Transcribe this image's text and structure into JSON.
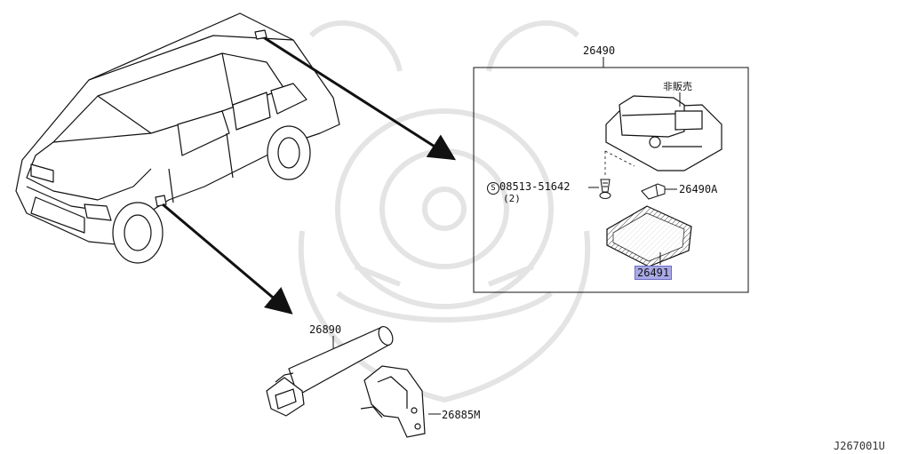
{
  "diagram": {
    "box_label": "26490",
    "not_for_sale_label": "非販売",
    "screw_symbol": "S",
    "screw_label": "08513-51642",
    "screw_qty": "(2)",
    "bulb_label": "26490A",
    "lens_label": "26491",
    "lamp_label": "26890",
    "bracket_label": "26885M",
    "figure_code": "J267001U"
  },
  "colors": {
    "ink": "#111111",
    "highlight": "#a9a9e6",
    "watermark": "#e4e4e4"
  }
}
